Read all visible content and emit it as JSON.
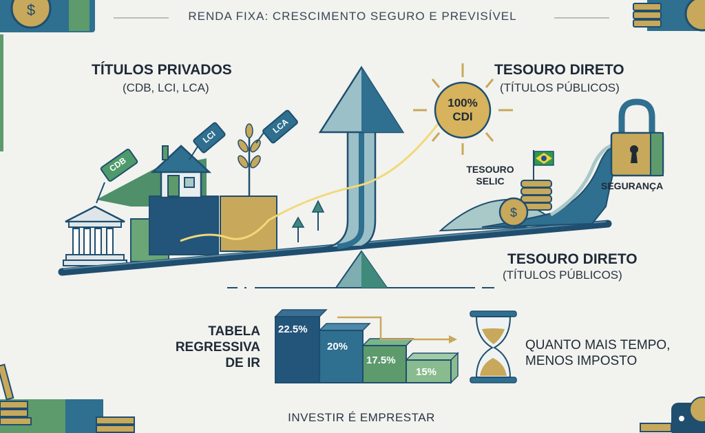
{
  "header": {
    "title": "RENDA FIXA: CRESCIMENTO SEGURO E PREVISÍVEL"
  },
  "left": {
    "heading": "TÍTULOS PRIVADOS",
    "subheading": "(CDB, LCI, LCA)",
    "tags": [
      "CDB",
      "LCI",
      "LCA"
    ]
  },
  "right": {
    "heading": "TESOURO DIRETO",
    "subheading": "(TÍTULOS PÚBLICOS)",
    "sun_line1": "100%",
    "sun_line2": "CDI",
    "selic_line1": "TESOURO",
    "selic_line2": "SELIC",
    "security": "SEGURANÇA"
  },
  "balance": {
    "heading": "TESOURO DIRETO",
    "subheading": "(TÍTULOS PÚBLICOS)"
  },
  "tax": {
    "label_line1": "TABELA",
    "label_line2": "REGRESSIVA",
    "label_line3": "DE IR",
    "rates": [
      "22.5%",
      "20%",
      "17.5%",
      "15%"
    ],
    "note_line1": "QUANTO MAIS TEMPO,",
    "note_line2": "MENOS IMPOSTO"
  },
  "footer": {
    "text": "INVESTIR É EMPRESTAR"
  },
  "colors": {
    "navy": "#1f4e6e",
    "teal": "#2f7391",
    "green": "#5d9a6c",
    "gold": "#c8a85a",
    "light": "#a9c8c8",
    "bg": "#f2f2ef"
  }
}
